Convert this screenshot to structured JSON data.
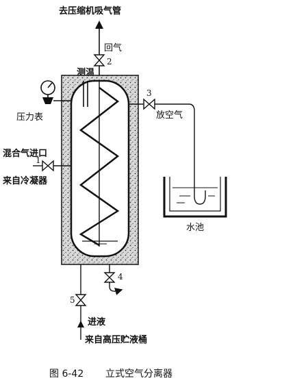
{
  "labels": {
    "top": "去压缩机吸气管",
    "return_gas": "回气",
    "valve2": "2",
    "temp": "测温",
    "gauge": "压力表",
    "valve3": "3",
    "vent": "放空气",
    "mixed_in": "混合气进口",
    "valve1": "1",
    "from_condenser": "来自冷凝器",
    "water_tank": "水池",
    "valve4": "4",
    "valve5": "5",
    "liquid_in": "进液",
    "from_receiver": "来自高压贮液桶"
  },
  "caption": {
    "number": "图 6-42",
    "title": "立式空气分离器"
  }
}
